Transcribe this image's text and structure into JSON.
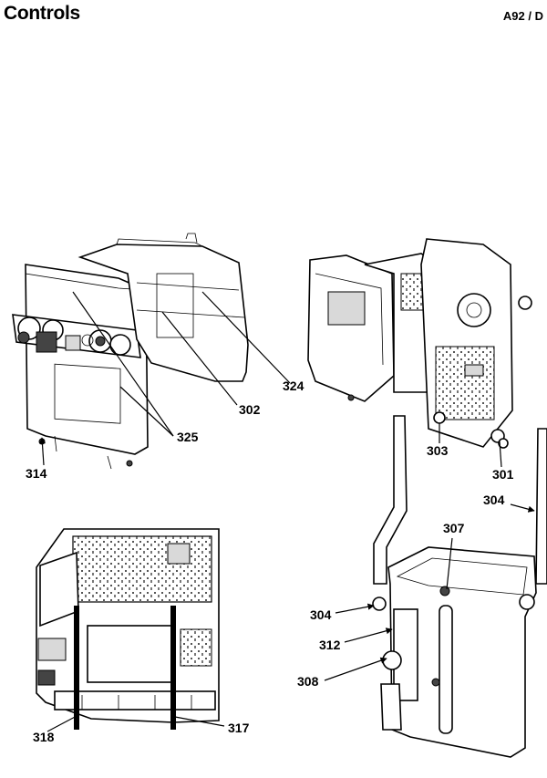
{
  "header": {
    "title": "Controls",
    "reference": "A92 / D"
  },
  "callouts": [
    {
      "id": "314",
      "text": "314"
    },
    {
      "id": "325",
      "text": "325"
    },
    {
      "id": "302",
      "text": "302"
    },
    {
      "id": "324",
      "text": "324"
    },
    {
      "id": "303",
      "text": "303"
    },
    {
      "id": "301",
      "text": "301"
    },
    {
      "id": "304a",
      "text": "304"
    },
    {
      "id": "307",
      "text": "307"
    },
    {
      "id": "304b",
      "text": "304"
    },
    {
      "id": "312",
      "text": "312"
    },
    {
      "id": "308",
      "text": "308"
    },
    {
      "id": "318",
      "text": "318"
    },
    {
      "id": "317",
      "text": "317"
    }
  ]
}
